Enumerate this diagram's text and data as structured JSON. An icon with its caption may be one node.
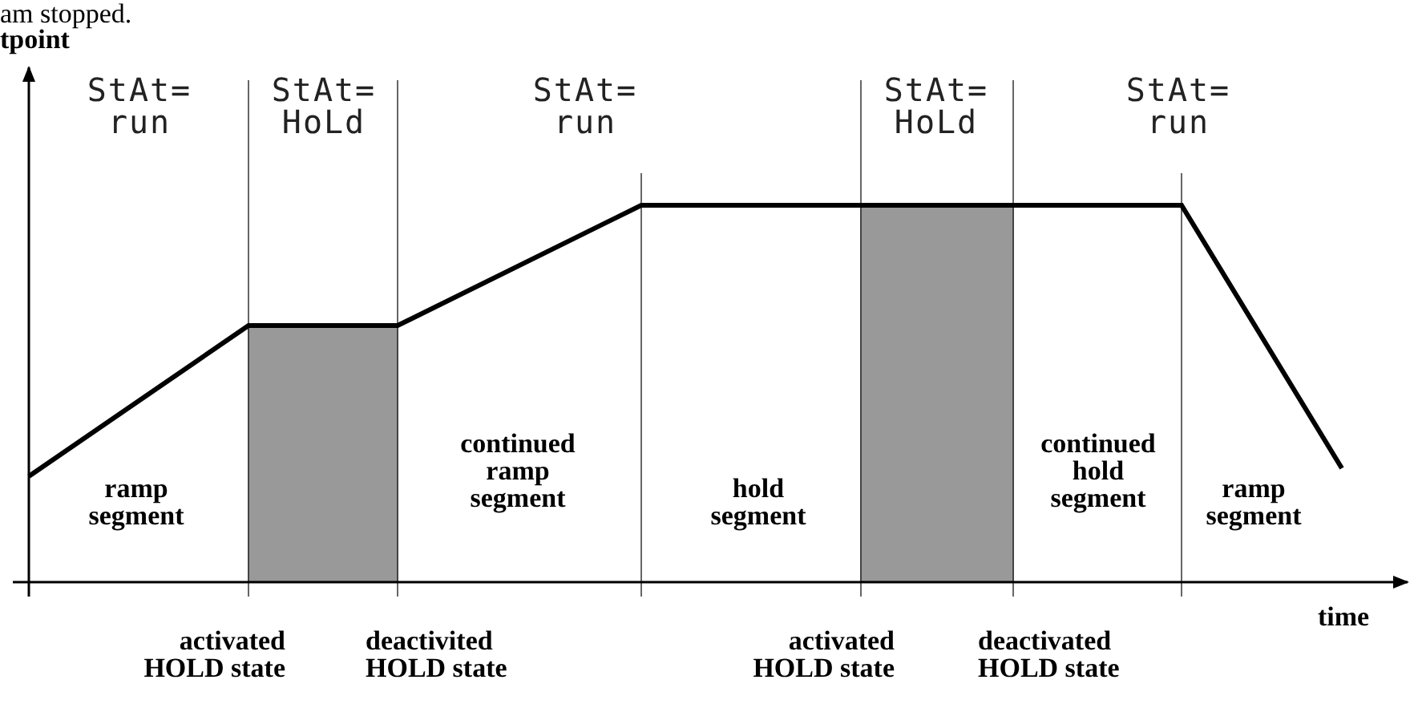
{
  "diagram": {
    "labels": [
      "am stopped.",
      "tpoint",
      "StAt= run",
      "StAt= HoLd",
      "StAt= run",
      "StAt= HoLd",
      "StAt= run",
      "ramp segment",
      "continued ramp segment",
      "hold segment",
      "continued hold segment",
      "ramp segment",
      "time",
      "activated HOLD state",
      "deactivited HOLD state",
      "activated HOLD state",
      "deactivated HOLD state"
    ]
  }
}
